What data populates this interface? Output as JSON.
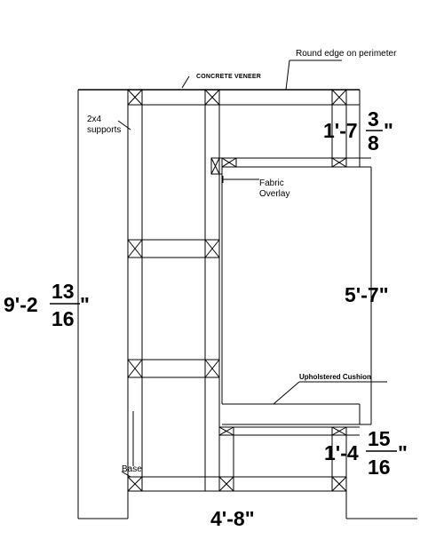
{
  "labels": {
    "round_edge": "Round edge on perimeter",
    "concrete_veneer": "CONCRETE VENEER",
    "supports_line1": "2x4",
    "supports_line2": "supports",
    "fabric_line1": "Fabric",
    "fabric_line2": "Overlay",
    "upholstered_cushion": "Upholstered Cushion",
    "base": "Base"
  },
  "dimensions": {
    "top_right": {
      "whole": "1'-7",
      "num": "3",
      "den": "8",
      "inch": "\""
    },
    "total_height": {
      "whole": "9'-2",
      "num": "13",
      "den": "16",
      "inch": "\""
    },
    "right_height": {
      "text": "5'-7\""
    },
    "seat_height": {
      "whole": "1'-4",
      "num": "15",
      "den": "16",
      "inch": "\""
    },
    "width": {
      "text": "4'-8\""
    }
  }
}
